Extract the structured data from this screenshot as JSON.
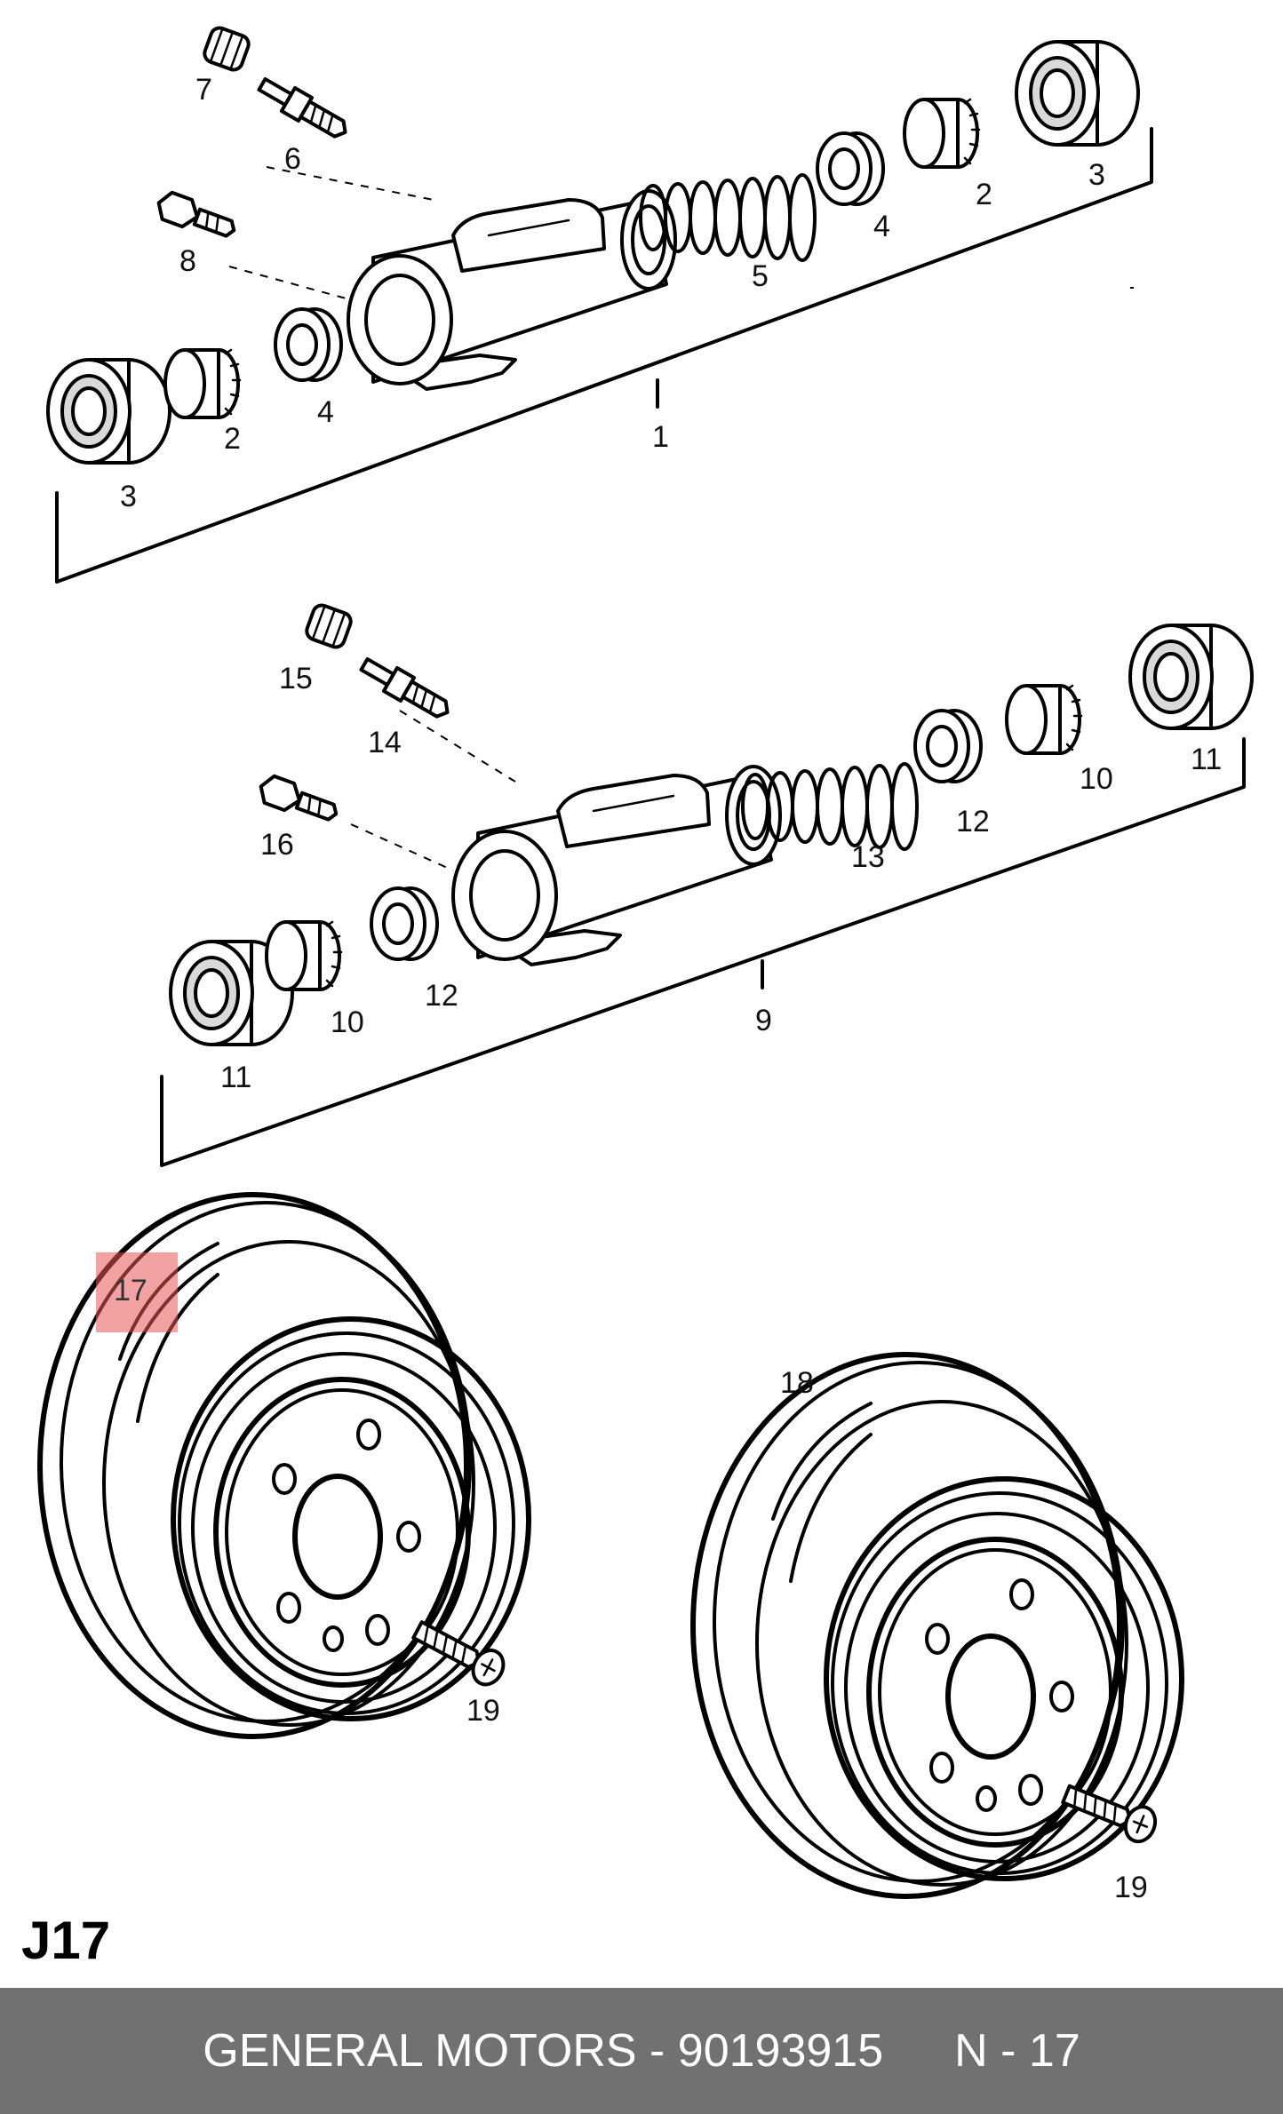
{
  "callouts": {
    "upper": [
      "7",
      "6",
      "8",
      "5",
      "4",
      "2",
      "3",
      "2",
      "4",
      "3",
      "1"
    ],
    "lower": [
      "15",
      "14",
      "16",
      "13",
      "12",
      "10",
      "11",
      "10",
      "12",
      "11",
      "9"
    ],
    "drums": [
      "17",
      "18",
      "19",
      "19"
    ]
  },
  "highlight": {
    "label": "17",
    "color": "#e85555"
  },
  "page_label": "J17",
  "footer": {
    "title": "GENERAL MOTORS - 90193915",
    "ref": "N - 17"
  }
}
